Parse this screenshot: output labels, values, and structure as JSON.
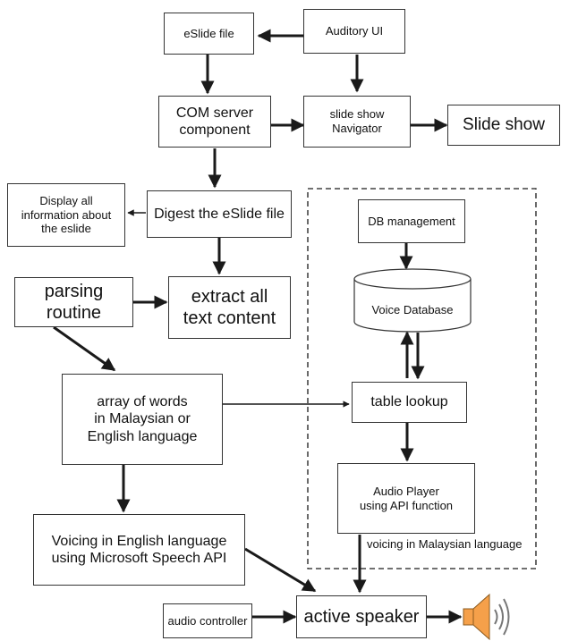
{
  "nodes": {
    "eslide_file": "eSlide file",
    "auditory_ui": "Auditory UI",
    "com_server": "COM server\ncomponent",
    "slideshow_navigator": "slide show\nNavigator",
    "slide_show": "Slide show",
    "display_info": "Display all\ninformation about\nthe eslide",
    "digest": "Digest the eSlide file",
    "db_management": "DB management",
    "voice_database": "Voice Database",
    "parsing_routine": "parsing\nroutine",
    "extract_text": "extract all\ntext content",
    "array_of_words": "array of words\nin Malaysian or\nEnglish language",
    "table_lookup": "table lookup",
    "audio_player": "Audio Player\nusing API function",
    "voicing_english": "Voicing in English language\nusing Microsoft Speech API",
    "audio_controller": "audio controller",
    "active_speaker": "active speaker"
  },
  "labels": {
    "voicing_malaysian": "voicing in Malaysian language"
  },
  "icons": {
    "speaker": "speaker-icon"
  },
  "colors": {
    "stroke": "#1a1a1a",
    "speaker_fill": "#f5a04a",
    "speaker_stroke": "#8a5a1f"
  }
}
